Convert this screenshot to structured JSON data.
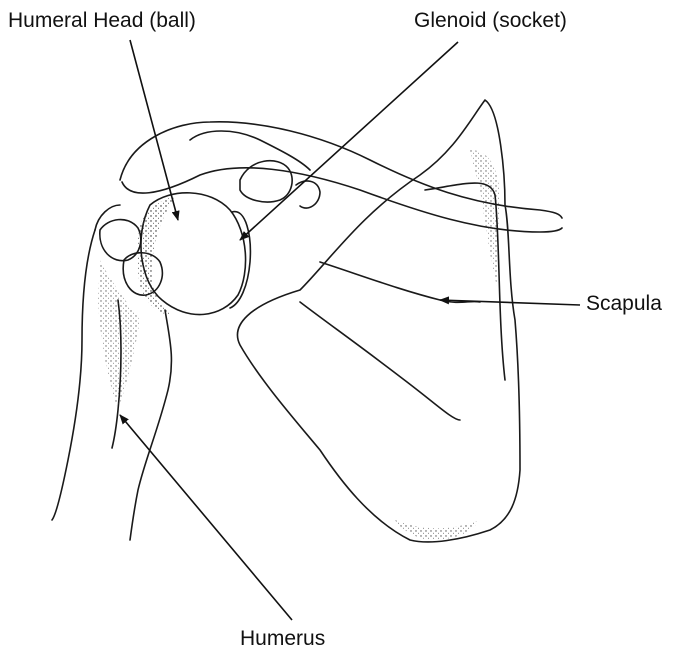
{
  "labels": {
    "humeral_head": "Humeral Head (ball)",
    "glenoid": "Glenoid (socket)",
    "scapula": "Scapula",
    "humerus": "Humerus"
  },
  "colors": {
    "ink": "#111111",
    "background": "#ffffff"
  }
}
